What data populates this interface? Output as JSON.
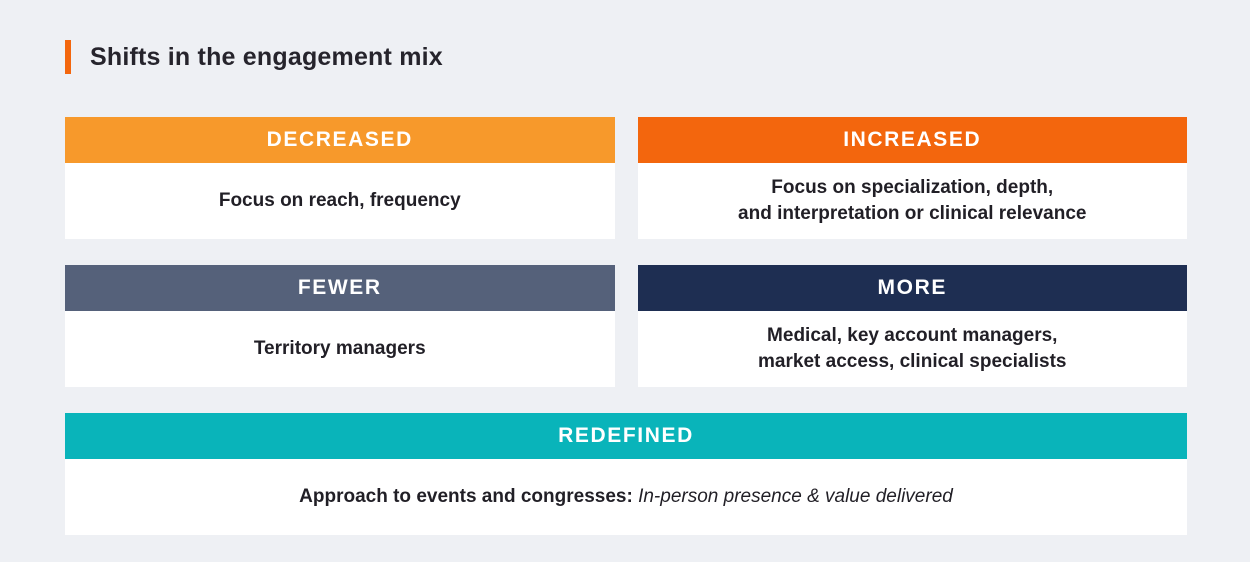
{
  "page": {
    "background_color": "#EEF0F4",
    "accent_color": "#F3660D",
    "text_color": "#26242C"
  },
  "header": {
    "title": "Shifts in the engagement mix"
  },
  "cards": [
    {
      "id": "decreased",
      "label": "DECREASED",
      "header_color": "#F7992B",
      "body": "Focus on reach, frequency"
    },
    {
      "id": "increased",
      "label": "INCREASED",
      "header_color": "#F3660D",
      "body": "Focus on specialization, depth,\nand interpretation or clinical relevance"
    },
    {
      "id": "fewer",
      "label": "FEWER",
      "header_color": "#55617A",
      "body": "Territory managers"
    },
    {
      "id": "more",
      "label": "MORE",
      "header_color": "#1E2E52",
      "body": "Medical, key account managers,\nmarket access, clinical specialists"
    },
    {
      "id": "redefined",
      "label": "REDEFINED",
      "header_color": "#09B4BA",
      "body_prefix": "Approach to events and congresses: ",
      "body_italic": "In-person presence & value delivered"
    }
  ]
}
